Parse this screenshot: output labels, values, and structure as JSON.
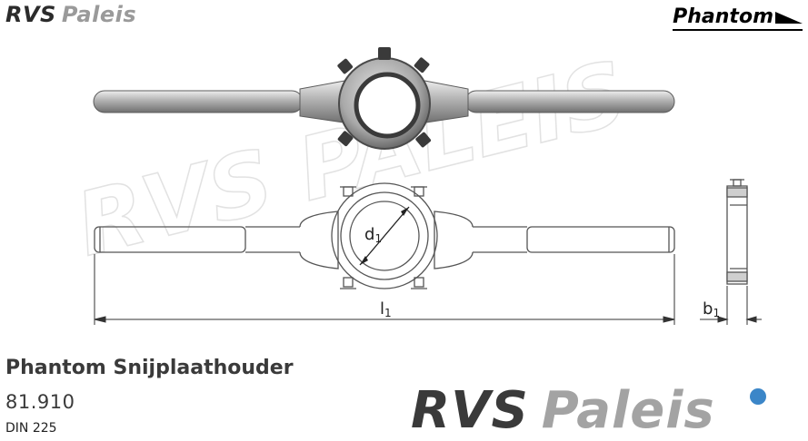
{
  "logo": {
    "rvs": "RVS",
    "paleis": "Paleis"
  },
  "brand": {
    "name": "Phantom"
  },
  "diagram": {
    "label_d1": "d",
    "label_d1_sub": "1",
    "label_l1": "l",
    "label_l1_sub": "1",
    "label_b1": "b",
    "label_b1_sub": "1",
    "watermark": "RVS PALEIS"
  },
  "product": {
    "title": "Phantom Snijplaathouder",
    "code": "81.910",
    "standard": "DIN 225"
  },
  "colors": {
    "accent_dot": "#3b86c8",
    "logo_dark": "#3a3a3a",
    "logo_light": "#a3a3a3"
  },
  "icons": [
    "triangle-arrow-icon",
    "logo-dot-icon"
  ]
}
